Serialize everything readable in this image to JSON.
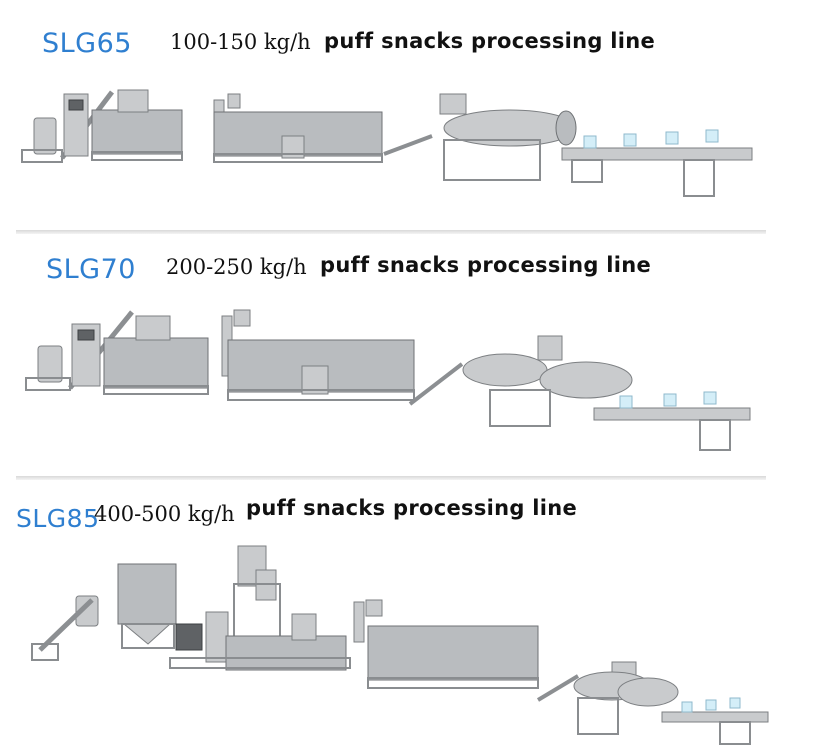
{
  "lines": [
    {
      "model": "SLG65",
      "capacity": "100-150 kg/h",
      "headline": "puff snacks processing line"
    },
    {
      "model": "SLG70",
      "capacity": "200-250 kg/h",
      "headline": "puff snacks processing line"
    },
    {
      "model": "SLG85",
      "capacity": "400-500 kg/h",
      "headline": "puff snacks processing line"
    }
  ]
}
